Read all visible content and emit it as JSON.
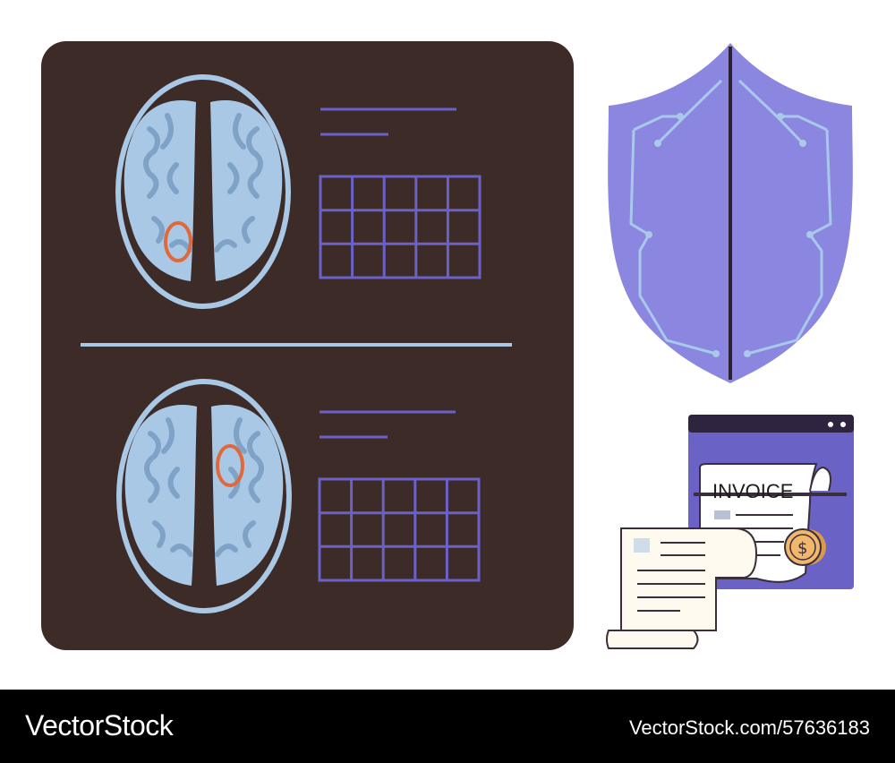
{
  "invoice": {
    "title": "INVOICE"
  },
  "footer": {
    "brand": "VectorStock",
    "reference": "VectorStock.com/57636183"
  },
  "colors": {
    "board": "#3d2b27",
    "brain_outline": "#a9c8e6",
    "brain_dark": "#7fa3c7",
    "lesion": "#e0693b",
    "grid": "#6a62c8",
    "shield": "#8b86e0",
    "shield_circuit": "#a8c9ea",
    "window": "#6b62c6",
    "coin": "#f0b76d"
  },
  "icons": [
    "brain-scan-icon",
    "shield-icon",
    "invoice-icon",
    "receipt-scroll-icon",
    "dollar-coin-icon"
  ]
}
